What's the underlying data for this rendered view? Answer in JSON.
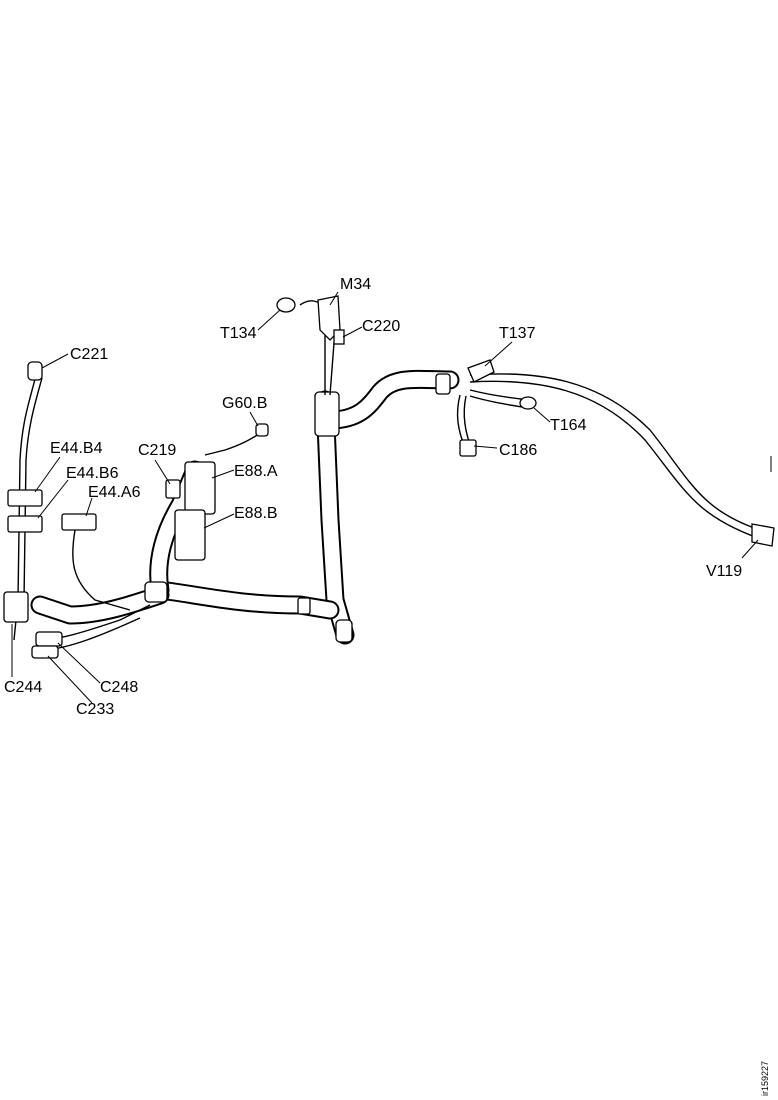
{
  "labels": {
    "m34": "M34",
    "t134": "T134",
    "c220": "C220",
    "t137": "T137",
    "c221": "C221",
    "g60b": "G60.B",
    "t164": "T164",
    "c186": "C186",
    "e44b4": "E44.B4",
    "c219": "C219",
    "e88a": "E88.A",
    "e44b6": "E44.B6",
    "e44a6": "E44.A6",
    "e88b": "E88.B",
    "v119": "V119",
    "c248": "C248",
    "c244": "C244",
    "c233": "C233"
  },
  "figure_id": "ir159227"
}
